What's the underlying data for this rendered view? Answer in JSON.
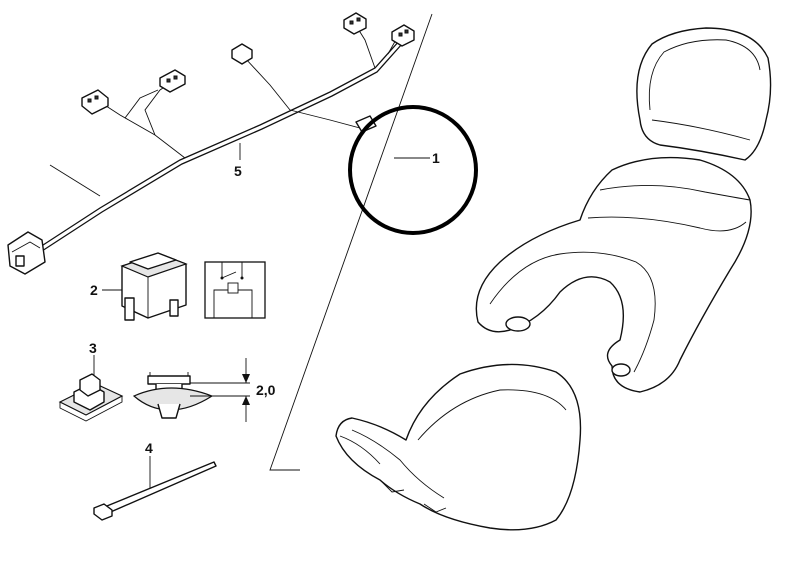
{
  "callouts": {
    "seat": "1",
    "relay": "2",
    "clip": "3",
    "cable_tie": "4",
    "wiring_harness": "5",
    "dimension": "2,0"
  },
  "colors": {
    "line": "#111111",
    "background": "#ffffff",
    "highlight_circle": "#000000"
  }
}
